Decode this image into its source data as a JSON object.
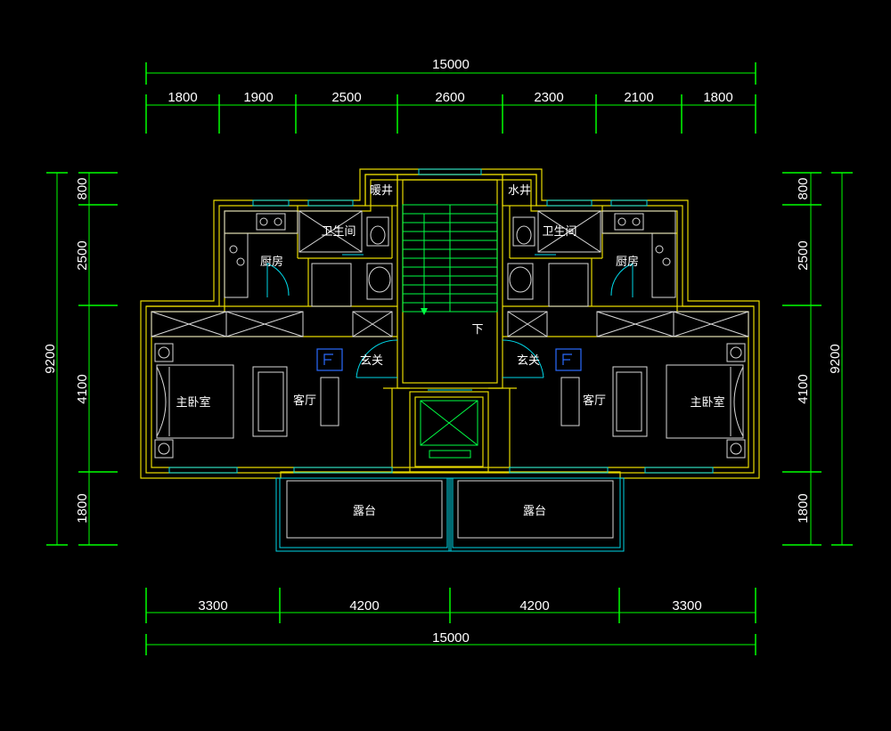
{
  "dimensions": {
    "top_total": "15000",
    "top_segments": [
      "1800",
      "1900",
      "2500",
      "2600",
      "2300",
      "2100",
      "1800"
    ],
    "bottom_segments": [
      "3300",
      "4200",
      "4200",
      "3300"
    ],
    "bottom_total": "15000",
    "left_total": "9200",
    "left_segments": [
      "800",
      "2500",
      "4100",
      "1800"
    ],
    "right_total": "9200",
    "right_segments": [
      "800",
      "2500",
      "4100",
      "1800"
    ]
  },
  "rooms": {
    "heating_shaft": "暖井",
    "water_shaft": "水井",
    "bathroom_left": "卫生间",
    "bathroom_right": "卫生间",
    "kitchen_left": "厨房",
    "kitchen_right": "厨房",
    "entry_left": "玄关",
    "entry_right": "玄关",
    "living_left": "客厅",
    "living_right": "客厅",
    "master_left": "主卧室",
    "master_right": "主卧室",
    "terrace_left": "露台",
    "terrace_right": "露台",
    "stair_down": "下"
  }
}
